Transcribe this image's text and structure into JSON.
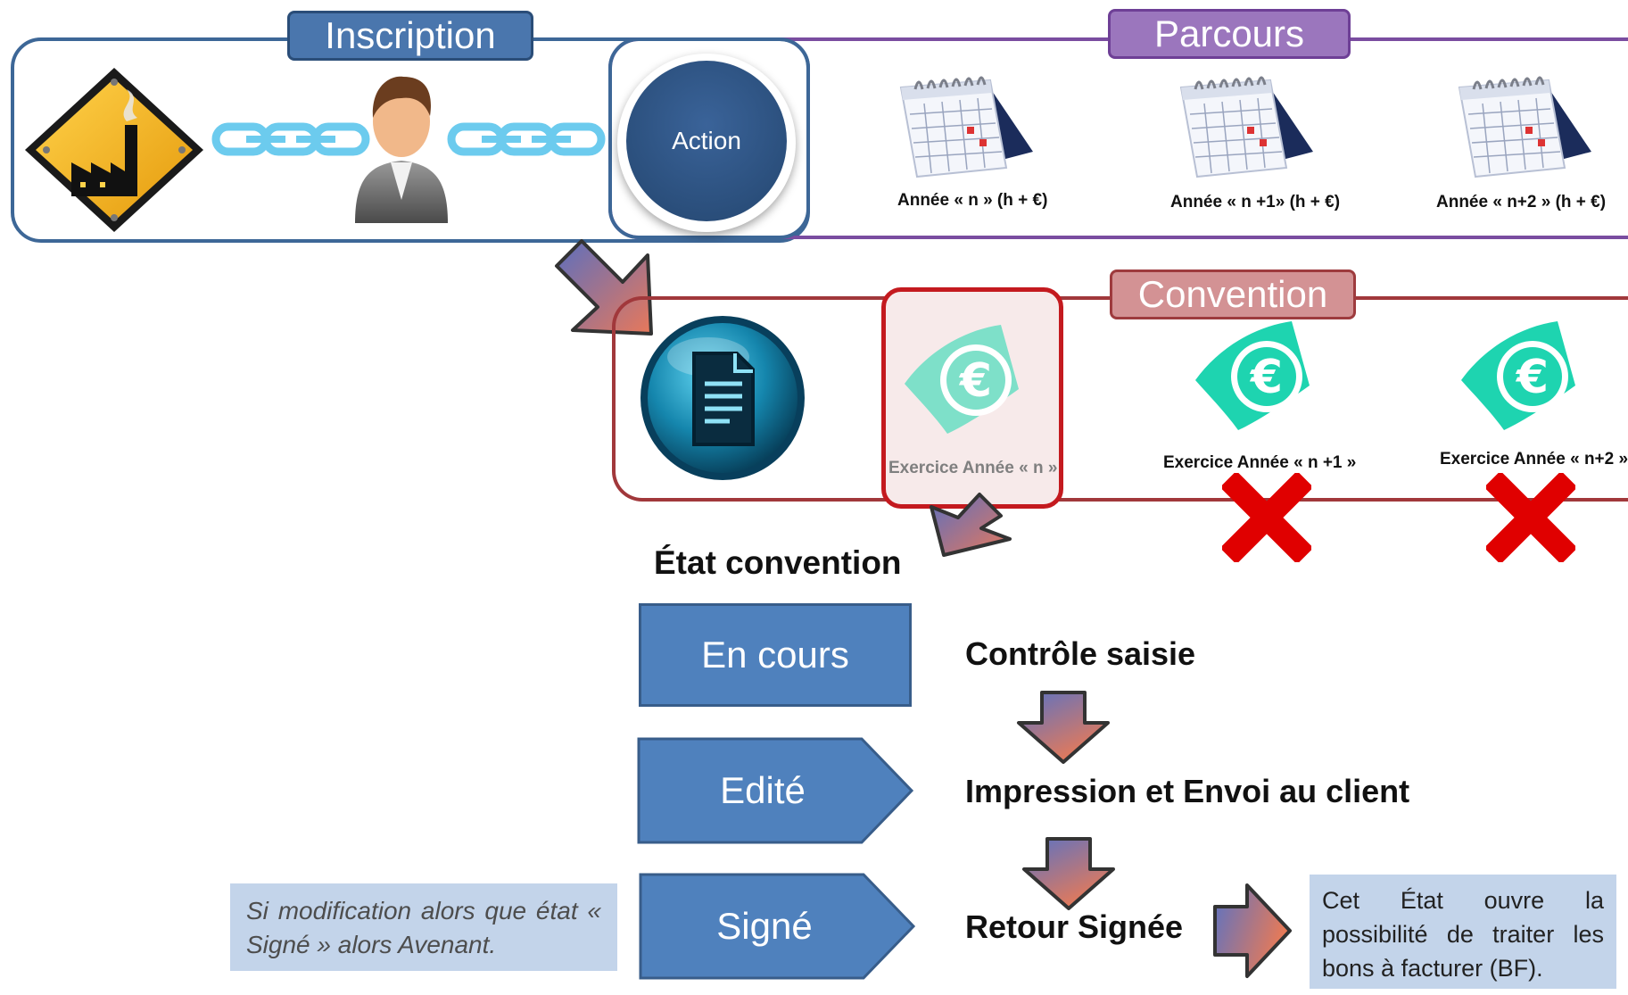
{
  "colors": {
    "inscription": "#3d6797",
    "parcours": "#7a4da0",
    "convention": "#a1383b",
    "state_fill": "#4f81bd",
    "note_fill": "#c3d4ea",
    "action_circle": "#2d5384",
    "euro_green": "#1ed4b0",
    "cross_red": "#e00000"
  },
  "inscription": {
    "label": "Inscription",
    "icons": [
      "factory-warning-icon",
      "chain-link-icon",
      "person-icon",
      "chain-link-icon"
    ]
  },
  "parcours": {
    "label": "Parcours",
    "action_label": "Action",
    "years": [
      {
        "label": "Année « n » (h  + €)"
      },
      {
        "label": "Année « n +1» (h  + €)"
      },
      {
        "label": "Année « n+2 » (h  + €)"
      }
    ]
  },
  "convention": {
    "label": "Convention",
    "exercices": [
      {
        "label": "Exercice Année « n  »",
        "active": true
      },
      {
        "label": "Exercice Année « n +1  »",
        "active": false
      },
      {
        "label": "Exercice Année « n+2  »",
        "active": false
      }
    ]
  },
  "etat": {
    "title": "État convention",
    "states": [
      "En cours",
      "Edité",
      "Signé"
    ],
    "steps": [
      "Contrôle saisie",
      "Impression et Envoi au client",
      "Retour Signée"
    ]
  },
  "note_left": "Si modification alors que état « Signé » alors Avenant.",
  "note_right": "Cet État ouvre la possibilité de traiter les bons à facturer (BF)."
}
